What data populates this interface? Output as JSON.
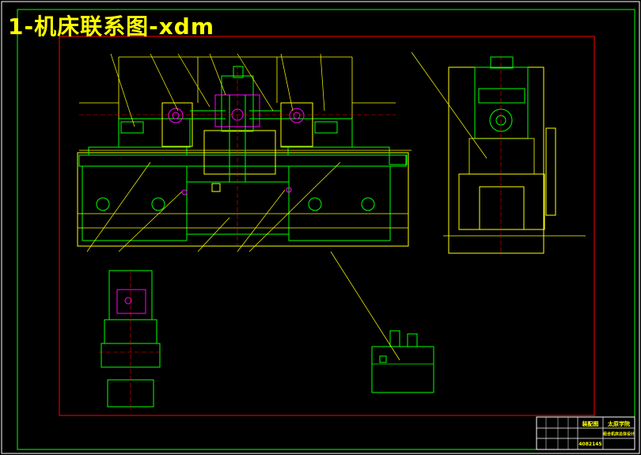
{
  "overlay": {
    "title": "1-机床联系图-xdm"
  },
  "title_block": {
    "drawing_name": "装配图",
    "school": "太原学院",
    "subtitle": "组合机床总体设计",
    "drawing_no": "4082145"
  },
  "colors": {
    "background": "#000000",
    "outer_frame": "#ffffff",
    "inner_frame": "#00ff00",
    "border_red": "#ff0000",
    "lines_yellow": "#ffff00",
    "lines_green": "#00ff00",
    "highlight_magenta": "#ff00ff",
    "centerline_red": "#ff0000",
    "title_text": "#ffff00"
  }
}
